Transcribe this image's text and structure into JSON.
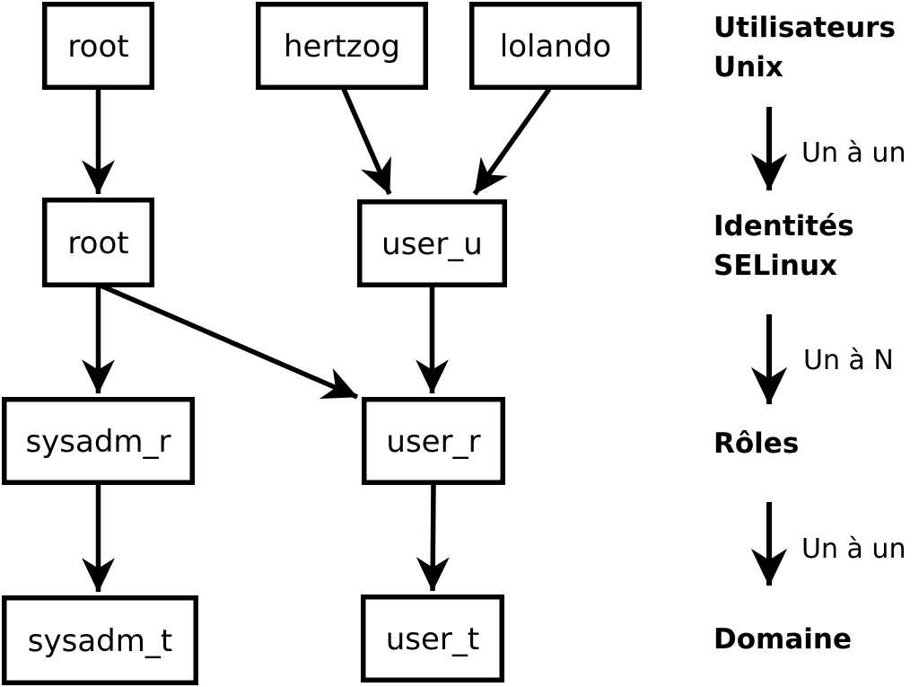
{
  "nodes": {
    "unix_root": "root",
    "unix_hertzog": "hertzog",
    "unix_lolando": "lolando",
    "selinux_root": "root",
    "selinux_user_u": "user_u",
    "role_sysadm_r": "sysadm_r",
    "role_user_r": "user_r",
    "domain_sysadm_t": "sysadm_t",
    "domain_user_t": "user_t"
  },
  "legend": {
    "unix_line1": "Utilisateurs",
    "unix_line2": "Unix",
    "map1": "Un à un",
    "selinux_line1": "Identités",
    "selinux_line2": "SELinux",
    "map2": "Un à N",
    "roles": "Rôles",
    "map3": "Un à un",
    "domain": "Domaine"
  },
  "colors": {
    "ink": "#000000",
    "paper": "#ffffff"
  }
}
